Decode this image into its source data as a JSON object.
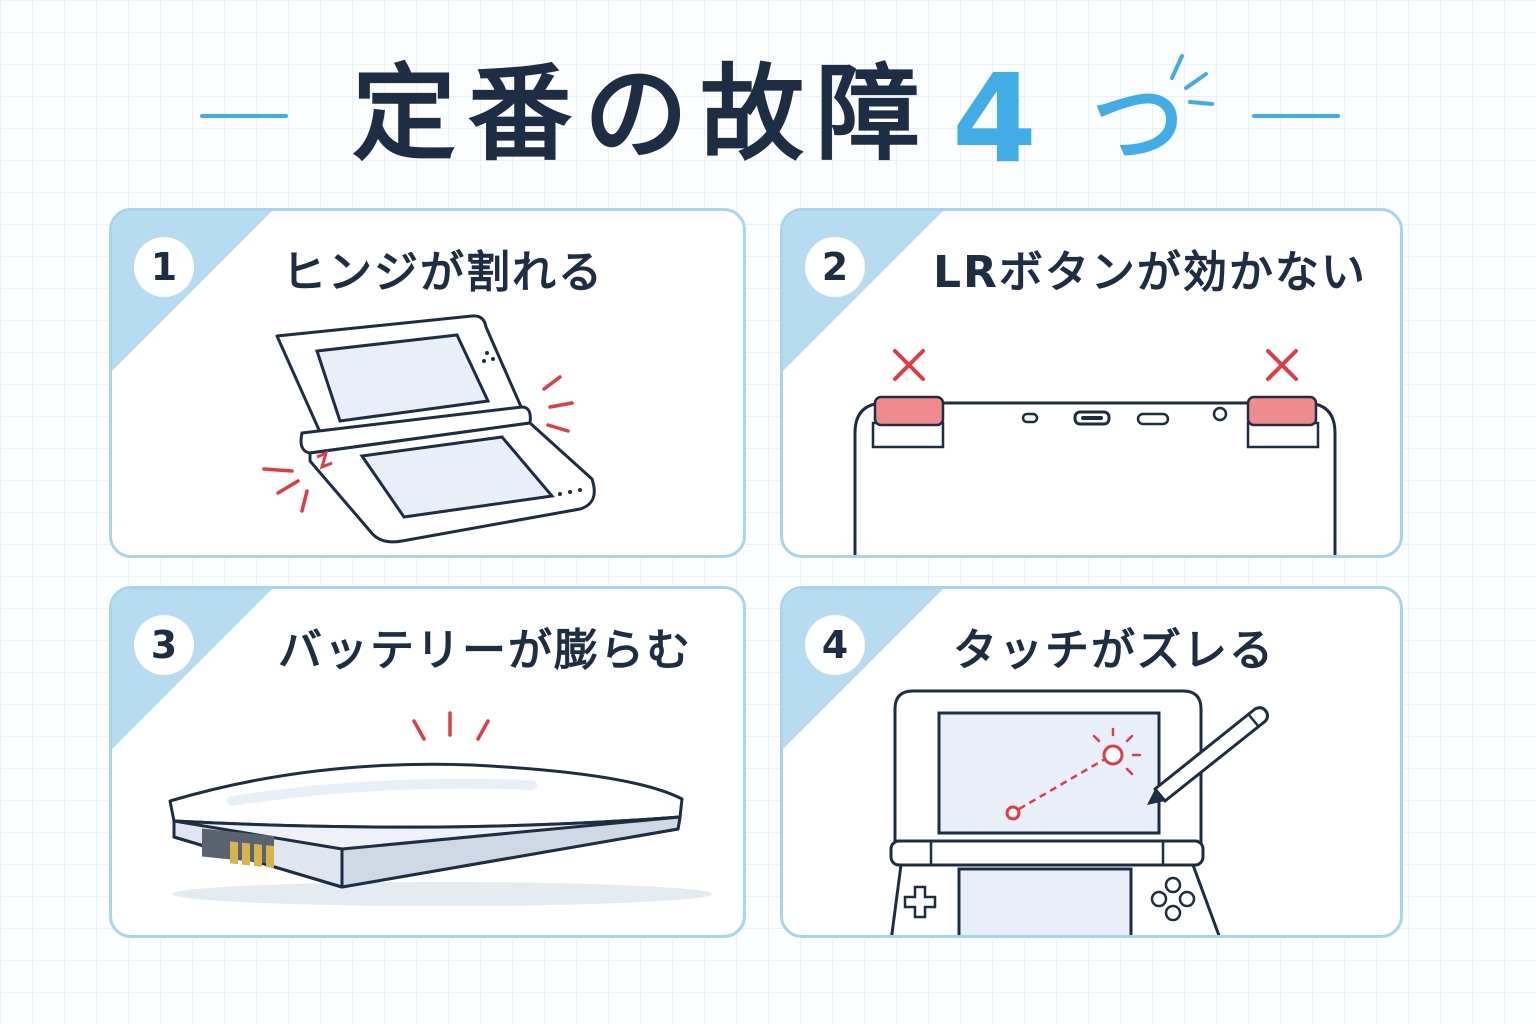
{
  "title": {
    "main": "定番の故障",
    "number": "4",
    "counter": "つ"
  },
  "colors": {
    "accent": "#41ade6",
    "card_border": "#a7d4ef",
    "corner": "#b7dcf2",
    "text": "#1d2d44",
    "alert": "#e33a44",
    "button_red": "#f08a8e"
  },
  "cards": [
    {
      "number": "1",
      "label": "ヒンジが割れる",
      "icon": "hinge-crack-illustration"
    },
    {
      "number": "2",
      "label": "LRボタンが効かない",
      "icon": "shoulder-buttons-illustration"
    },
    {
      "number": "3",
      "label": "バッテリーが膨らむ",
      "icon": "swollen-battery-illustration"
    },
    {
      "number": "4",
      "label": "タッチがズレる",
      "icon": "touch-offset-illustration"
    }
  ]
}
